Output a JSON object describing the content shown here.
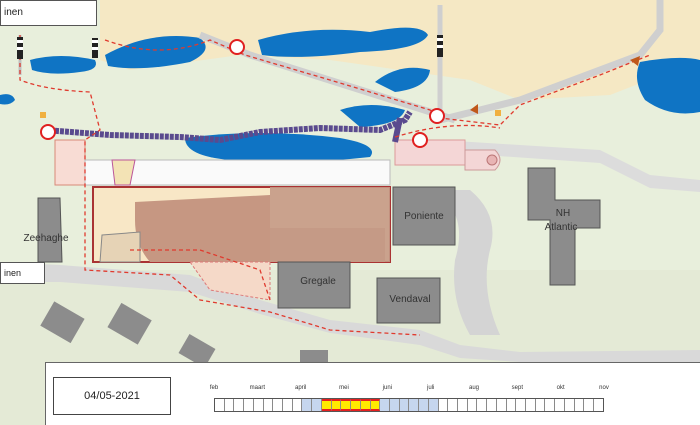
{
  "map": {
    "title_fragment": "inen",
    "inset_fragment": "inen",
    "buildings": {
      "poniente": "Poniente",
      "nh": "NH",
      "atlantic": "Atlantic",
      "zeehaghe": "Zeehaghe",
      "gregale": "Gregale",
      "vendaval": "Vendaval"
    },
    "colors": {
      "water": "#0f74c4",
      "dune": "#f5e8c4",
      "grass": "#e8efdc",
      "building": "#8c8c8c",
      "works_area": "#c69782",
      "footpath": "#5a4a8e",
      "fence": "#e03a2e"
    }
  },
  "timeline": {
    "date": "04/05-2021",
    "months": [
      "feb",
      "maart",
      "april",
      "mei",
      "juni",
      "juli",
      "aug",
      "sept",
      "okt",
      "nov"
    ],
    "week_count": 40,
    "prep_weeks": [
      9,
      10,
      11,
      12,
      13,
      14,
      15,
      16,
      17,
      18,
      19,
      20,
      21,
      22
    ],
    "active_weeks": [
      11,
      12,
      13,
      14,
      15,
      16
    ]
  }
}
